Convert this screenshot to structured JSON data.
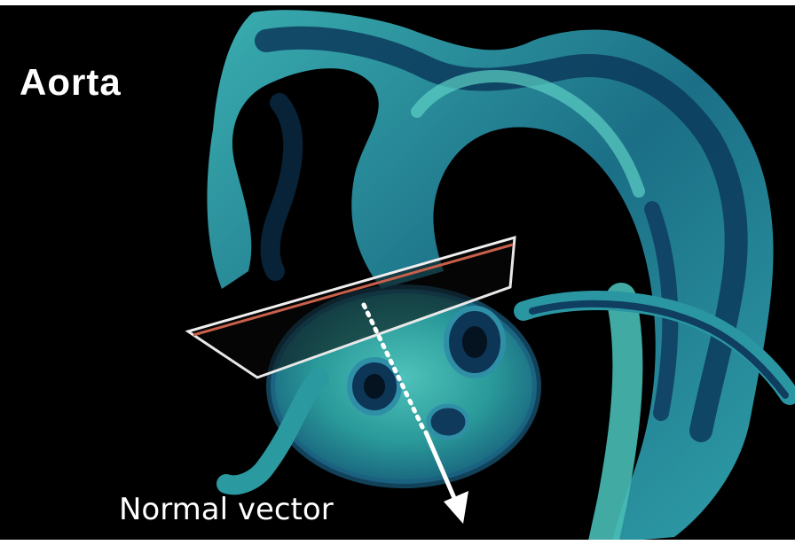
{
  "title": "Aorta",
  "caption": "Normal vector",
  "colors": {
    "background": "#000000",
    "vessel_light": "#3fb8b0",
    "vessel_mid": "#1f7f86",
    "vessel_dark": "#0d3a5a",
    "vessel_deep": "#0a1f3a",
    "plane_edge": "#e8e8e8",
    "plane_red_edge": "#c8604a",
    "vector": "#ffffff"
  },
  "icons": {
    "plane": "cutting-plane",
    "vector": "normal-vector-arrow"
  }
}
